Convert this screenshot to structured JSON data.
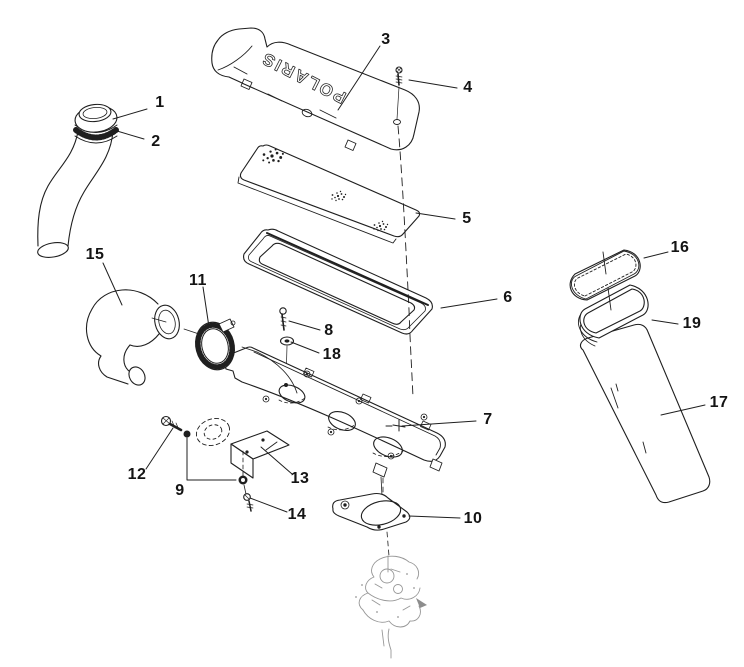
{
  "figure": {
    "brand_text": "POLARIS",
    "colors": {
      "background": "#ffffff",
      "ink": "#1f1f1f",
      "faint": "#979797"
    },
    "callouts": [
      {
        "label": "1"
      },
      {
        "label": "2"
      },
      {
        "label": "3"
      },
      {
        "label": "4"
      },
      {
        "label": "5"
      },
      {
        "label": "6"
      },
      {
        "label": "7"
      },
      {
        "label": "8"
      },
      {
        "label": "9"
      },
      {
        "label": "10"
      },
      {
        "label": "11"
      },
      {
        "label": "12"
      },
      {
        "label": "13"
      },
      {
        "label": "14"
      },
      {
        "label": "15"
      },
      {
        "label": "16"
      },
      {
        "label": "17"
      },
      {
        "label": "18"
      },
      {
        "label": "19"
      }
    ]
  }
}
